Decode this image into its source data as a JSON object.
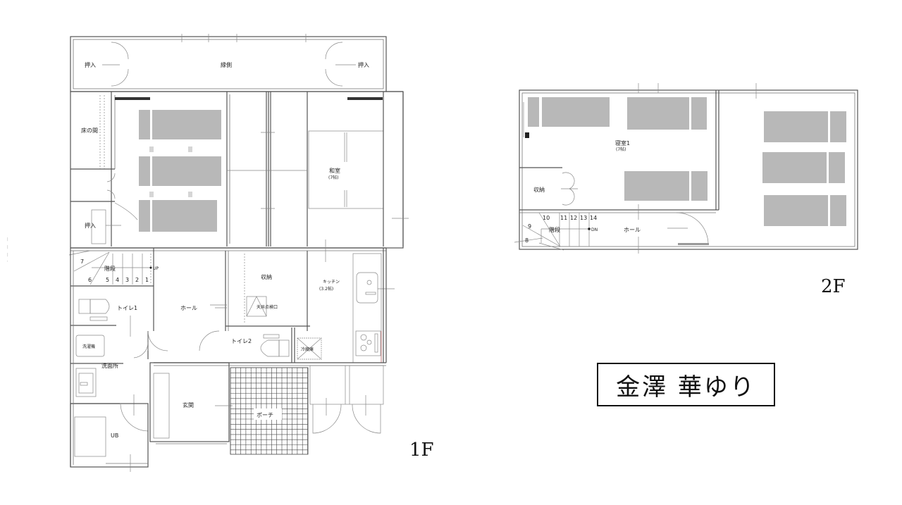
{
  "floor_1f": {
    "floor_label": "1F",
    "rooms": {
      "oshiire_left": "押入",
      "engawa": "縁側",
      "oshiire_right": "押入",
      "tokonoma": "床の間",
      "oshiire_lower": "押入",
      "washitsu": "和室",
      "washitsu_size": "(7帖)",
      "stairs": "階段",
      "stairs_dir": "UP",
      "toilet1": "トイレ1",
      "hall": "ホール",
      "storage": "収納",
      "ceiling_hatch": "天井点検口",
      "kitchen": "キッチン",
      "kitchen_size": "(3.2帖)",
      "toilet2": "トイレ2",
      "fridge": "冷蔵庫",
      "washer": "洗濯機",
      "washroom": "洗面所",
      "unit_bath": "UB",
      "entrance": "玄関",
      "porch": "ポーチ"
    },
    "stair_steps": [
      "1",
      "2",
      "3",
      "4",
      "5",
      "6",
      "7"
    ]
  },
  "floor_2f": {
    "floor_label": "2F",
    "rooms": {
      "bedroom1": "寝室1",
      "bedroom1_size": "(7帖)",
      "storage": "収納",
      "stairs": "階段",
      "stairs_dir": "DN",
      "hall": "ホール"
    },
    "stair_steps": [
      "8",
      "9",
      "10",
      "11",
      "12",
      "13",
      "14"
    ]
  },
  "name_plate": "金澤 華ゆり",
  "colors": {
    "wall": "#555555",
    "furniture": "#b8b8b8",
    "text": "#111111",
    "kitchen_outline": "#c87070"
  }
}
